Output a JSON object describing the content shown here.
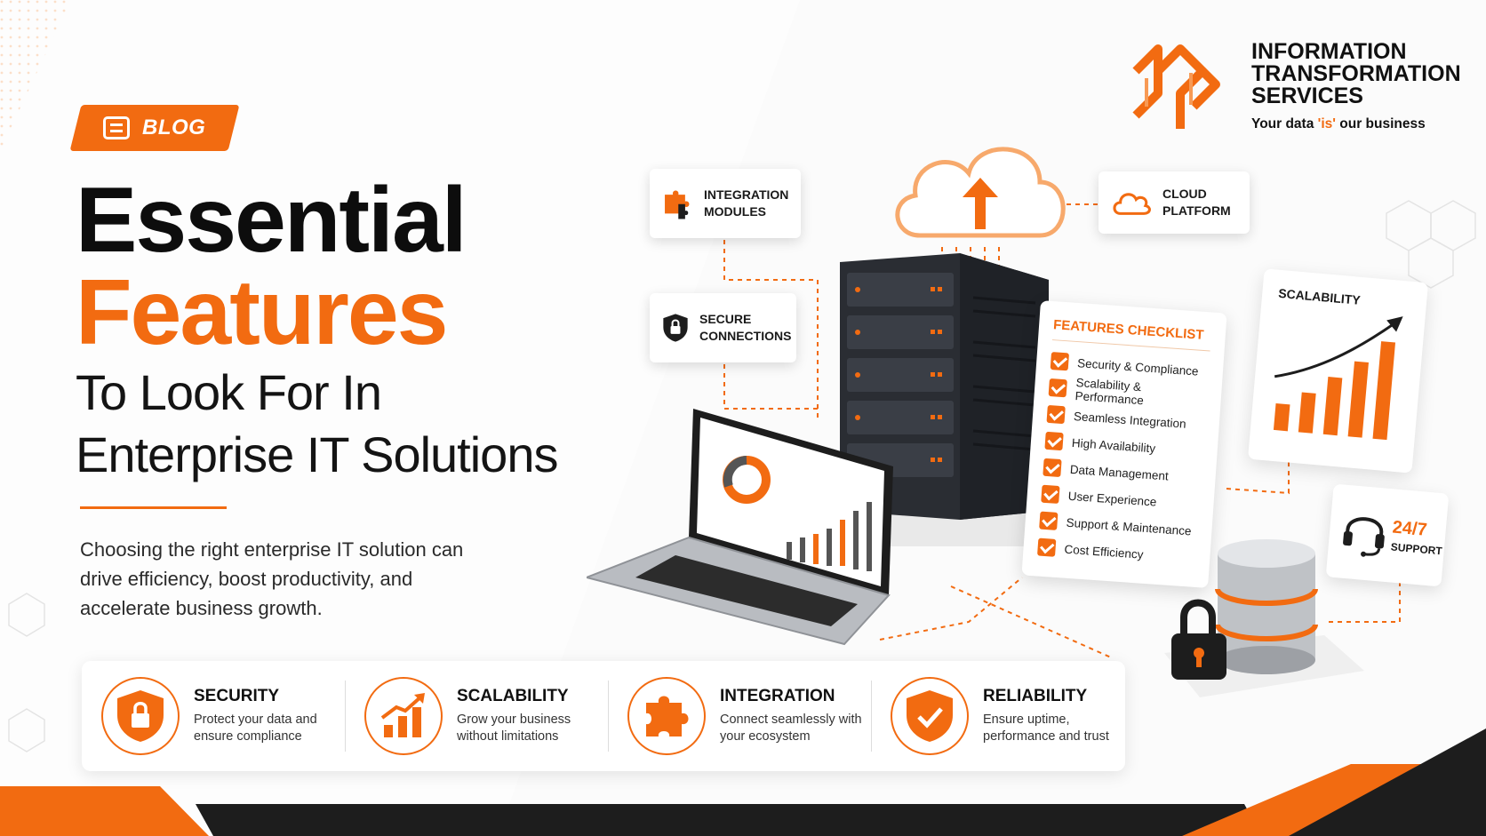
{
  "brand": {
    "name": "INFORMATION TRANSFORMATION SERVICES",
    "tagline_before": "Your data ",
    "tagline_highlight": "'is'",
    "tagline_after": " our business",
    "accent_color": "#f26b11",
    "dark_color": "#1d1d1d"
  },
  "tag": {
    "label": "BLOG",
    "icon": "blog-icon"
  },
  "headline": {
    "line1": "Essential",
    "line2": "Features",
    "line3": "To Look For In",
    "line4": "Enterprise IT Solutions"
  },
  "intro": "Choosing the right enterprise IT solution can drive efficiency, boost productivity, and accelerate business growth.",
  "diagram": {
    "integration_modules": "INTEGRATION MODULES",
    "secure_connections": "SECURE CONNECTIONS",
    "cloud_platform": "CLOUD PLATFORM",
    "scalability": "SCALABILITY",
    "support_hours": "24/7",
    "support_label": "SUPPORT"
  },
  "checklist": {
    "title": "FEATURES CHECKLIST",
    "items": [
      "Security & Compliance",
      "Scalability & Performance",
      "Seamless Integration",
      "High Availability",
      "Data Management",
      "User Experience",
      "Support & Maintenance",
      "Cost Efficiency"
    ]
  },
  "features": [
    {
      "title": "SECURITY",
      "desc": "Protect your data and ensure compliance",
      "icon": "shield-lock-icon"
    },
    {
      "title": "SCALABILITY",
      "desc": "Grow your business without limitations",
      "icon": "growth-chart-icon"
    },
    {
      "title": "INTEGRATION",
      "desc": "Connect seamlessly with your ecosystem",
      "icon": "puzzle-icon"
    },
    {
      "title": "RELIABILITY",
      "desc": "Ensure uptime, performance and trust",
      "icon": "shield-check-icon"
    }
  ]
}
